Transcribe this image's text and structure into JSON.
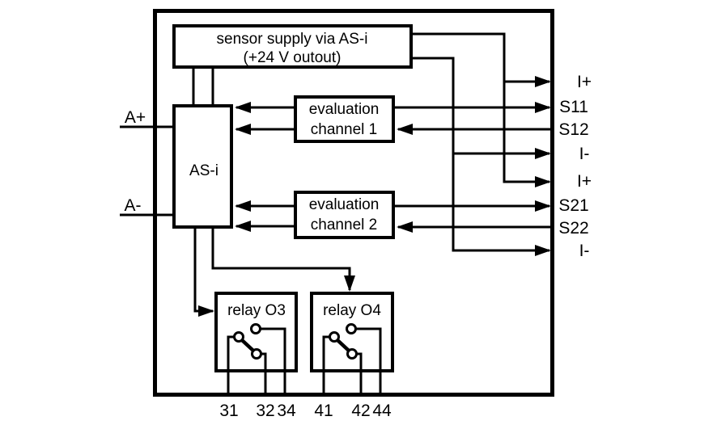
{
  "diagram": {
    "colors": {
      "ink": "#000000",
      "paper": "#ffffff"
    },
    "sensor_supply_box": {
      "line1": "sensor supply via AS-i",
      "line2": "(+24 V outout)"
    },
    "asi_box": {
      "label": "AS-i"
    },
    "eval_channel1_box": {
      "line1": "evaluation",
      "line2": "channel 1"
    },
    "eval_channel2_box": {
      "line1": "evaluation",
      "line2": "channel 2"
    },
    "relay_o3_box": {
      "label": "relay O3"
    },
    "relay_o4_box": {
      "label": "relay O4"
    },
    "left_terminals": [
      {
        "label": "A+"
      },
      {
        "label": "A-"
      }
    ],
    "right_terminals": [
      {
        "label": "I+"
      },
      {
        "label": "S11"
      },
      {
        "label": "S12"
      },
      {
        "label": "I-"
      },
      {
        "label": "I+"
      },
      {
        "label": "S21"
      },
      {
        "label": "S22"
      },
      {
        "label": "I-"
      }
    ],
    "bottom_terminals": [
      {
        "label": "31"
      },
      {
        "label": "32"
      },
      {
        "label": "34"
      },
      {
        "label": "41"
      },
      {
        "label": "42"
      },
      {
        "label": "44"
      }
    ]
  }
}
